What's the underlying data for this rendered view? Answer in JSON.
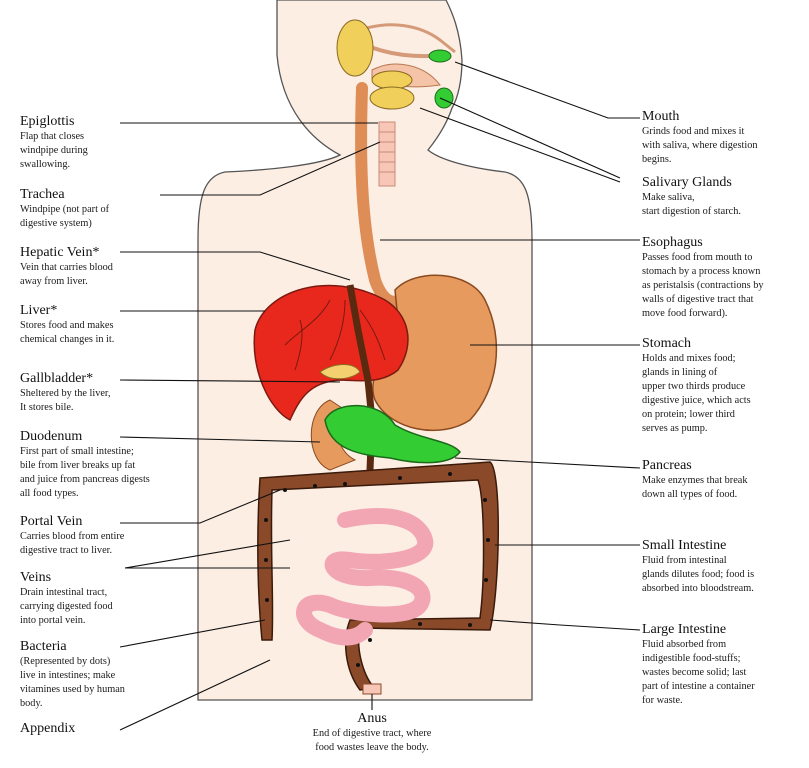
{
  "colors": {
    "body": "#fdeee4",
    "outline": "#555555",
    "liver": "#e8281c",
    "stomach": "#e79a5e",
    "pancreas": "#33cc33",
    "small_intestine": "#f2a6b4",
    "large_intestine": "#8a4a2a",
    "esophagus": "#de8d57",
    "gland": "#f0cf5a"
  },
  "labels": {
    "epiglottis": {
      "title": "Epiglottis",
      "desc": "Flap that closes\nwindpipe during\nswallowing."
    },
    "trachea": {
      "title": "Trachea",
      "desc": "Windpipe (not part of\ndigestive system)"
    },
    "hepatic_vein": {
      "title": "Hepatic Vein*",
      "desc": "Vein that carries blood\naway from liver."
    },
    "liver": {
      "title": "Liver*",
      "desc": "Stores food and makes\nchemical changes in it."
    },
    "gallbladder": {
      "title": "Gallbladder*",
      "desc": "Sheltered by the liver,\nIt stores bile."
    },
    "duodenum": {
      "title": "Duodenum",
      "desc": "First part of small intestine;\nbile from liver breaks up fat\nand juice from pancreas digests\nall food types."
    },
    "portal_vein": {
      "title": "Portal Vein",
      "desc": "Carries blood from entire\ndigestive tract to liver."
    },
    "veins": {
      "title": "Veins",
      "desc": "Drain intestinal tract,\ncarrying digested food\ninto portal vein."
    },
    "bacteria": {
      "title": "Bacteria",
      "desc": "(Represented by dots)\nlive in intestines; make\nvitamines used by human\nbody."
    },
    "appendix": {
      "title": "Appendix",
      "desc": ""
    },
    "mouth": {
      "title": "Mouth",
      "desc": "Grinds food and mixes it\nwith saliva, where digestion\nbegins."
    },
    "salivary_glands": {
      "title": "Salivary Glands",
      "desc": "Make saliva,\nstart digestion of starch."
    },
    "esophagus": {
      "title": "Esophagus",
      "desc": "Passes food from mouth to\nstomach by a process known\nas peristalsis (contractions by\nwalls of digestive tract that\nmove food forward)."
    },
    "stomach": {
      "title": "Stomach",
      "desc": "Holds and mixes food;\nglands in lining of\nupper two thirds produce\ndigestive juice, which acts\non protein; lower third\nserves as pump."
    },
    "pancreas": {
      "title": "Pancreas",
      "desc": "Make enzymes that break\ndown all types of food."
    },
    "small_intestine": {
      "title": "Small Intestine",
      "desc": "Fluid from intestinal\nglands dilutes food; food is\nabsorbed into bloodstream."
    },
    "large_intestine": {
      "title": "Large Intestine",
      "desc": "Fluid absorbed from\nindigestible food-stuffs;\nwastes become solid; last\npart of intestine a container\nfor waste."
    },
    "anus": {
      "title": "Anus",
      "desc": "End of digestive tract, where\nfood wastes leave the body."
    }
  }
}
